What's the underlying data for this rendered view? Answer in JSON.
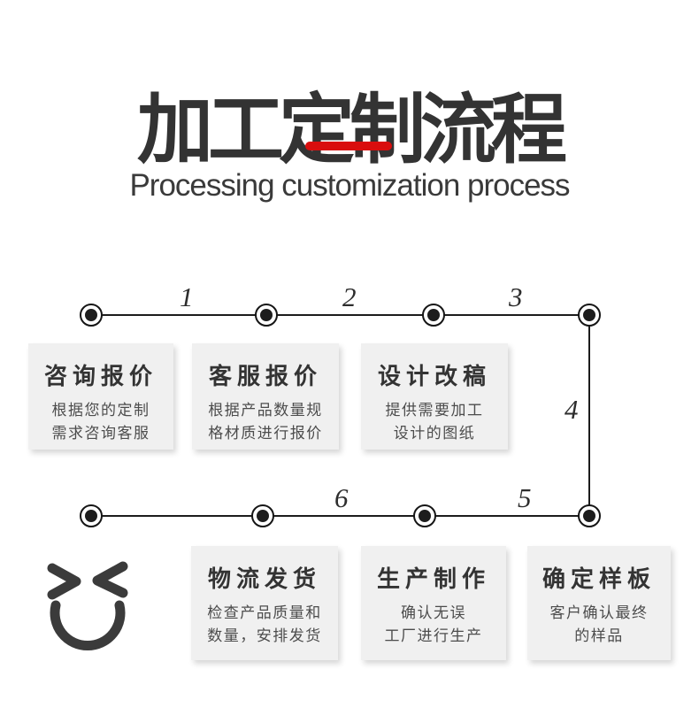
{
  "colors": {
    "accent": "#d90d0d",
    "ink": "#333333",
    "line": "#1c1c1c",
    "box": "#f0f0f0"
  },
  "header": {
    "title": "加工定制流程",
    "subtitle": "Processing customization process"
  },
  "flow": {
    "steps": [
      {
        "num": "1",
        "title": "咨询报价",
        "desc": [
          "根据您的定制",
          "需求咨询客服"
        ]
      },
      {
        "num": "2",
        "title": "客服报价",
        "desc": [
          "根据产品数量规",
          "格材质进行报价"
        ]
      },
      {
        "num": "3",
        "title": "设计改稿",
        "desc": [
          "提供需要加工",
          "设计的图纸"
        ]
      },
      {
        "num": "4",
        "title": "确定样板",
        "desc": [
          "客户确认最终",
          "的样品"
        ]
      },
      {
        "num": "5",
        "title": "生产制作",
        "desc": [
          "确认无误",
          "工厂进行生产"
        ]
      },
      {
        "num": "6",
        "title": "物流发货",
        "desc": [
          "检查产品质量和",
          "数量，安排发货"
        ]
      }
    ],
    "mascot_icon": "smiley-face-icon"
  }
}
